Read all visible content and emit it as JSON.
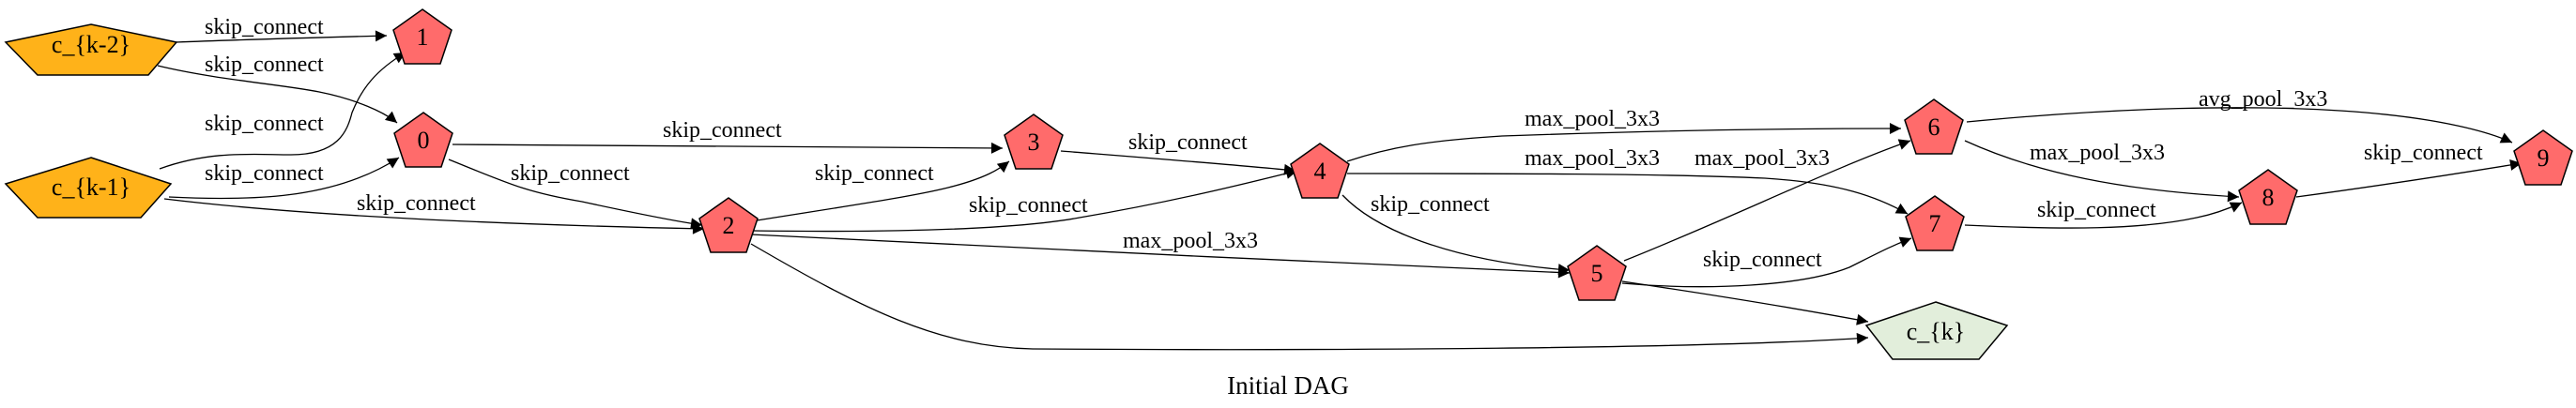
{
  "caption": "Initial DAG",
  "colors": {
    "input_node_fill": "#ffb219",
    "op_node_fill": "#ff6b6b",
    "output_node_fill": "#e2eedb",
    "stroke": "#000000"
  },
  "nodes": {
    "ck2": {
      "label": "c_{k-2}",
      "kind": "input"
    },
    "ck1": {
      "label": "c_{k-1}",
      "kind": "input"
    },
    "n0": {
      "label": "0",
      "kind": "op"
    },
    "n1": {
      "label": "1",
      "kind": "op"
    },
    "n2": {
      "label": "2",
      "kind": "op"
    },
    "n3": {
      "label": "3",
      "kind": "op"
    },
    "n4": {
      "label": "4",
      "kind": "op"
    },
    "n5": {
      "label": "5",
      "kind": "op"
    },
    "n6": {
      "label": "6",
      "kind": "op"
    },
    "n7": {
      "label": "7",
      "kind": "op"
    },
    "n8": {
      "label": "8",
      "kind": "op"
    },
    "n9": {
      "label": "9",
      "kind": "op"
    },
    "ck": {
      "label": "c_{k}",
      "kind": "output"
    }
  },
  "edges": {
    "ck2_n1": {
      "from": "c_{k-2}",
      "to": "1",
      "label": "skip_connect"
    },
    "ck2_n0": {
      "from": "c_{k-2}",
      "to": "0",
      "label": "skip_connect"
    },
    "ck1_n1": {
      "from": "c_{k-1}",
      "to": "1",
      "label": "skip_connect"
    },
    "ck1_n0": {
      "from": "c_{k-1}",
      "to": "0",
      "label": "skip_connect"
    },
    "ck1_n2": {
      "from": "c_{k-1}",
      "to": "2",
      "label": "skip_connect"
    },
    "n0_n3": {
      "from": "0",
      "to": "3",
      "label": "skip_connect"
    },
    "n0_n2": {
      "from": "0",
      "to": "2",
      "label": "skip_connect"
    },
    "n2_n3": {
      "from": "2",
      "to": "3",
      "label": "skip_connect"
    },
    "n2_n4": {
      "from": "2",
      "to": "4",
      "label": "skip_connect"
    },
    "n2_n5": {
      "from": "2",
      "to": "5",
      "label": "max_pool_3x3"
    },
    "n2_ck": {
      "from": "2",
      "to": "c_{k}",
      "label": ""
    },
    "n3_n4": {
      "from": "3",
      "to": "4",
      "label": "skip_connect"
    },
    "n4_n6": {
      "from": "4",
      "to": "6",
      "label": "max_pool_3x3"
    },
    "n4_n7": {
      "from": "4",
      "to": "7",
      "label": "max_pool_3x3"
    },
    "n4_n5": {
      "from": "4",
      "to": "5",
      "label": "skip_connect"
    },
    "n5_n6": {
      "from": "5",
      "to": "6",
      "label": "max_pool_3x3"
    },
    "n5_n7": {
      "from": "5",
      "to": "7",
      "label": "skip_connect"
    },
    "n5_ck": {
      "from": "5",
      "to": "c_{k}",
      "label": ""
    },
    "n6_n9": {
      "from": "6",
      "to": "9",
      "label": "avg_pool_3x3"
    },
    "n6_n8": {
      "from": "6",
      "to": "8",
      "label": "max_pool_3x3"
    },
    "n7_n8": {
      "from": "7",
      "to": "8",
      "label": "skip_connect"
    },
    "n8_n9": {
      "from": "8",
      "to": "9",
      "label": "skip_connect"
    }
  }
}
